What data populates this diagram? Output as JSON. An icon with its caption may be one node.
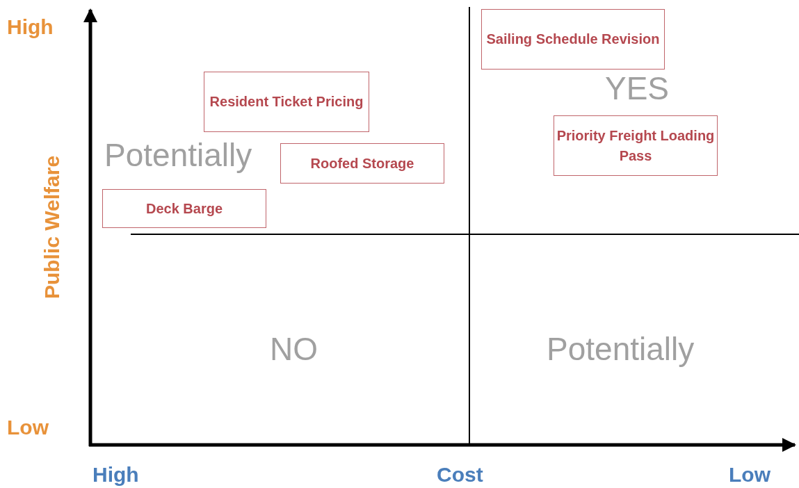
{
  "diagram": {
    "nodes": [
      {
        "text": [
          "Sailing Schedule Revision"
        ]
      },
      {
        "text": [
          "Resident Ticket Pricing"
        ]
      },
      {
        "text": [
          "Priority Freight Loading Pass"
        ]
      },
      {
        "text": [
          "Roofed Storage"
        ]
      },
      {
        "text": [
          "Deck Barge"
        ]
      }
    ],
    "labels": [
      "High",
      "YES",
      "Potentially",
      "Public Welfare",
      "NO",
      "Potentially",
      "Low",
      "High",
      "Cost",
      "Low"
    ]
  }
}
